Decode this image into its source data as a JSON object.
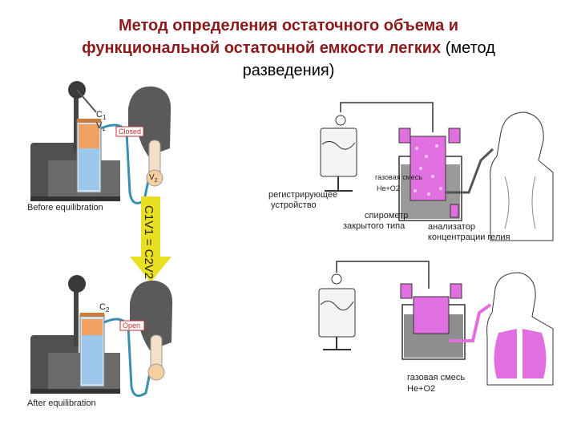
{
  "title": {
    "line1": "Метод определения остаточного объема и",
    "line2_bold": "функциональной остаточной емкости легких",
    "line2_normal": " (метод",
    "line3": "разведения)"
  },
  "left_panel": {
    "top": {
      "c_label": "C",
      "c_sub": "1",
      "v_label": "V",
      "v_sub": "1",
      "valve_label": "Closed",
      "lung_label": "V",
      "lung_sub": "2",
      "caption": "Before equilibration"
    },
    "equation": "C1V1 = C2V2",
    "bottom": {
      "c_label": "C",
      "c_sub": "2",
      "valve_label": "Open",
      "caption": "After equilibration"
    }
  },
  "right_panel": {
    "top": {
      "gas_mix": "газовая смесь",
      "gas_formula": "He+O2",
      "recorder_line1": "регистрирующее",
      "recorder_line2": "устройство",
      "spiro_line1": "спирометр",
      "spiro_line2": "закрытого типа",
      "analyzer_line1": "анализатор",
      "analyzer_line2": "концентрации гелия"
    },
    "bottom": {
      "gas_mix": "газовая смесь",
      "gas_formula": "He+O2"
    }
  },
  "colors": {
    "title_red": "#8b1a1a",
    "water_blue": "#9cc7ea",
    "gas_orange": "#f0a060",
    "arrow_yellow": "#e8e020",
    "pink": "#e070e0",
    "machine_gray": "#555555"
  }
}
